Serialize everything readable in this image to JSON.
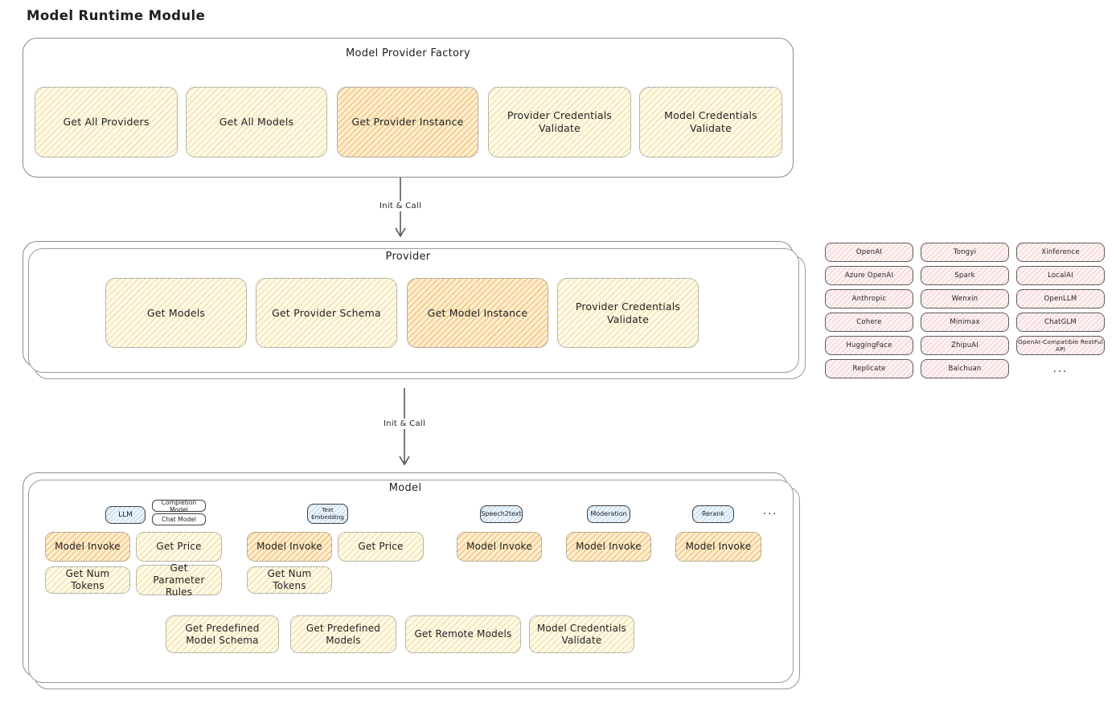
{
  "page": {
    "title": "Model Runtime Module"
  },
  "arrows": {
    "label": "Init & Call"
  },
  "factory": {
    "title": "Model Provider Factory",
    "buttons": [
      {
        "label": "Get All Providers",
        "highlight": false
      },
      {
        "label": "Get All Models",
        "highlight": false
      },
      {
        "label": "Get Provider Instance",
        "highlight": true
      },
      {
        "label": "Provider Credentials Validate",
        "highlight": false
      },
      {
        "label": "Model Credentials Validate",
        "highlight": false
      }
    ]
  },
  "provider": {
    "title": "Provider",
    "buttons": [
      {
        "label": "Get Models",
        "highlight": false
      },
      {
        "label": "Get Provider Schema",
        "highlight": false
      },
      {
        "label": "Get Model Instance",
        "highlight": true
      },
      {
        "label": "Provider Credentials Validate",
        "highlight": false
      }
    ]
  },
  "provider_list": {
    "col1": [
      "OpenAI",
      "Azure OpenAI",
      "Anthropic",
      "Cohere",
      "HuggingFace",
      "Replicate"
    ],
    "col2": [
      "Tongyi",
      "Spark",
      "Wenxin",
      "Minimax",
      "ZhipuAI",
      "Baichuan"
    ],
    "col3": [
      "Xinference",
      "LocalAI",
      "OpenLLM",
      "ChatGLM",
      "OpenAI-Compatible RestFul API"
    ],
    "ellipsis": "..."
  },
  "model": {
    "title": "Model",
    "tabs": {
      "llm": "LLM",
      "completion": "Completion Model",
      "chat": "Chat Model",
      "text_embedding": "Text Embedding",
      "speech2text": "Speech2text",
      "moderation": "Moderation",
      "rerank": "Rerank",
      "ellipsis": "..."
    },
    "actions": {
      "model_invoke": "Model Invoke",
      "get_price": "Get Price",
      "get_num_tokens": "Get Num Tokens",
      "get_parameter_rules": "Get Parameter Rules"
    },
    "bottom": [
      "Get Predefined Model Schema",
      "Get Predefined Models",
      "Get Remote Models",
      "Model Credentials Validate"
    ]
  },
  "colors": {
    "yellow_fill": "#fefae8",
    "orange_fill": "#f5c97a",
    "pink_fill": "#fdf3f3",
    "blue_fill": "#edf5fc",
    "stroke": "#1f1f1f"
  }
}
